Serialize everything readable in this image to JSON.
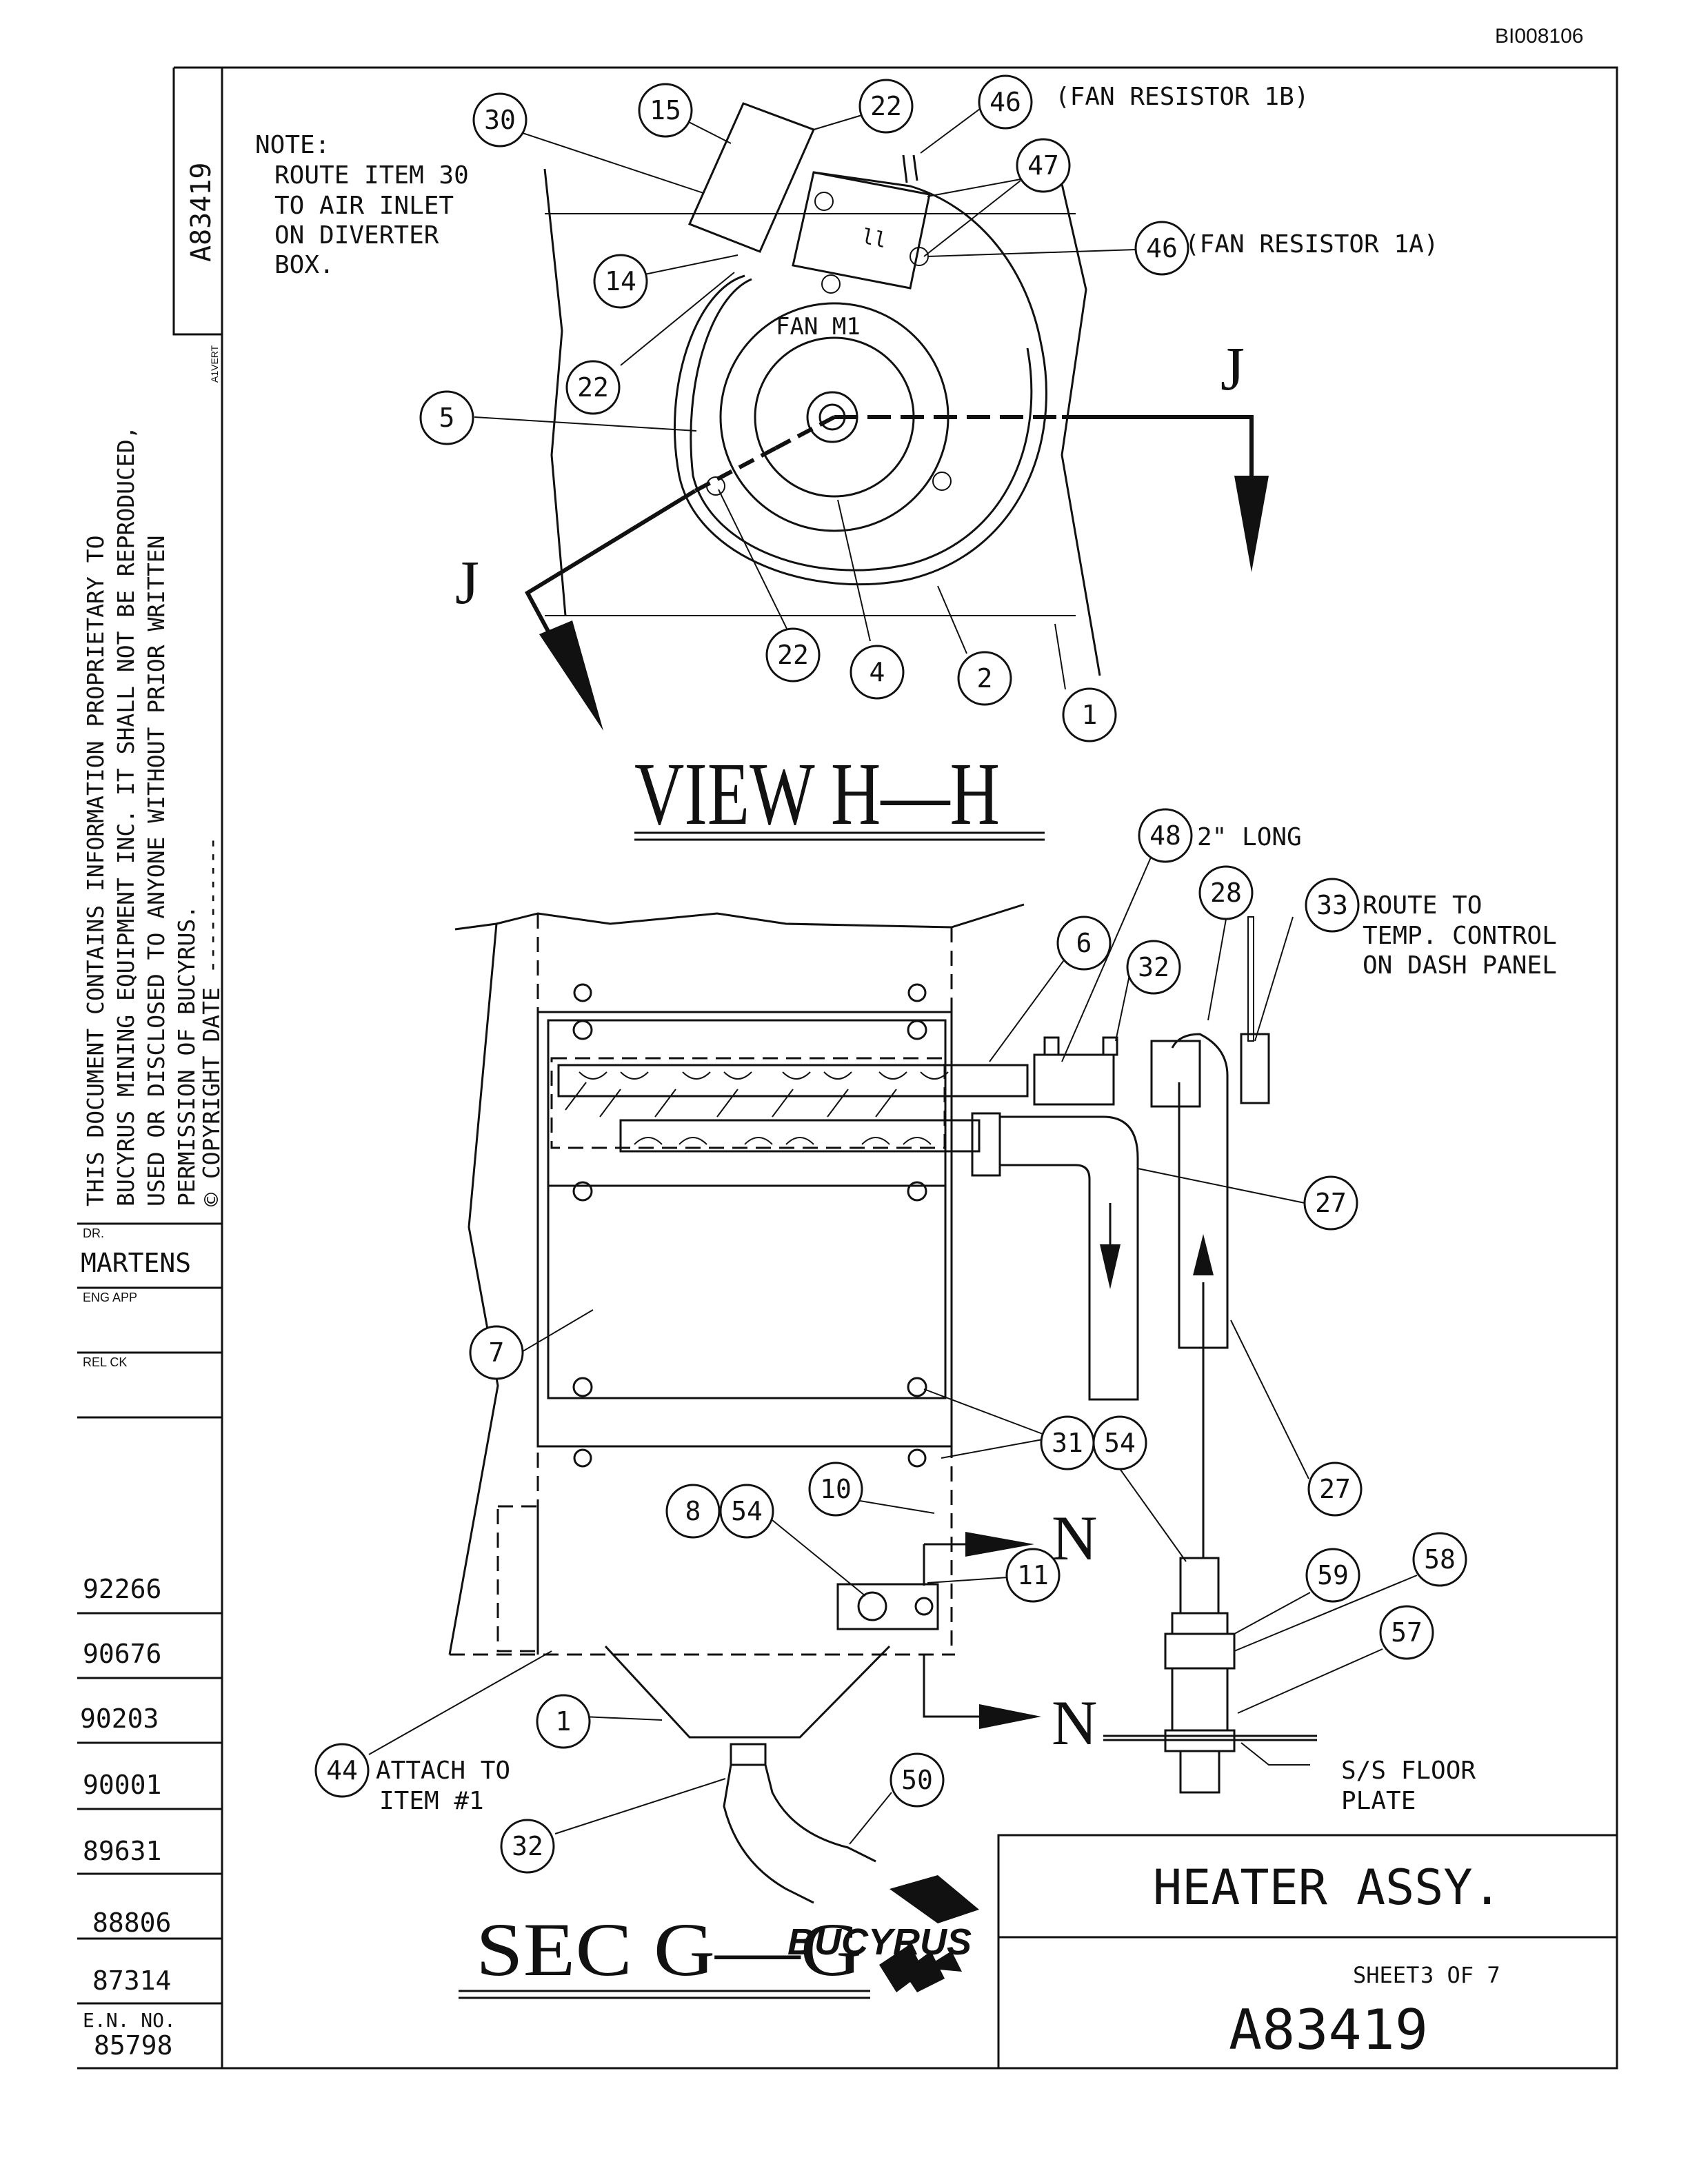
{
  "header": {
    "doc_code": "BI008106"
  },
  "title_block": {
    "drawing_number_vertical": "A83419",
    "proprietary_notice": [
      "THIS DOCUMENT CONTAINS INFORMATION PROPRIETARY TO",
      "BUCYRUS MINING EQUIPMENT INC. IT SHALL NOT BE REPRODUCED,",
      "USED OR DISCLOSED TO ANYONE WITHOUT PRIOR WRITTEN",
      "PERMISSION OF BUCYRUS.",
      "© COPYRIGHT DATE ----------"
    ],
    "small_vertical_label": "A1VERT",
    "dr_label": "DR.",
    "drafter": "MARTENS",
    "eng_app_label": "ENG APP",
    "rel_ck_label": "REL CK",
    "revisions": [
      "92266",
      "90676",
      "90203",
      "90001",
      "89631",
      "88806",
      "87314"
    ],
    "en_no_label": "E.N. NO.",
    "en_no": "85798",
    "title": "HEATER ASSY.",
    "sheet_label": "SHEET",
    "sheet_text": "3 OF 7",
    "drawing_number": "A83419",
    "logo": "BUCYRUS"
  },
  "view_hh": {
    "title": "VIEW H—H",
    "note": [
      "NOTE:",
      "ROUTE ITEM 30",
      "TO AIR INLET",
      "ON DIVERTER",
      "BOX."
    ],
    "fan_label": "FAN M1",
    "callout_46b": "(FAN RESISTOR 1B)",
    "callout_46a": "(FAN RESISTOR 1A)",
    "section_letter": "J",
    "balloons": [
      "30",
      "15",
      "22",
      "46",
      "47",
      "46",
      "14",
      "22",
      "5",
      "22",
      "4",
      "2",
      "1"
    ]
  },
  "sec_gg": {
    "title": "SEC G—G",
    "section_letter": "N",
    "callout_48": "2\" LONG",
    "callout_33": [
      "ROUTE TO",
      "TEMP. CONTROL",
      "ON DASH PANEL"
    ],
    "callout_44": [
      "ATTACH TO",
      "ITEM #1"
    ],
    "floor_plate": [
      "S/S FLOOR",
      "PLATE"
    ],
    "balloons": [
      "48",
      "28",
      "33",
      "6",
      "32",
      "27",
      "7",
      "31",
      "54",
      "27",
      "10",
      "8",
      "54",
      "11",
      "59",
      "58",
      "57",
      "1",
      "44",
      "50",
      "32"
    ]
  }
}
